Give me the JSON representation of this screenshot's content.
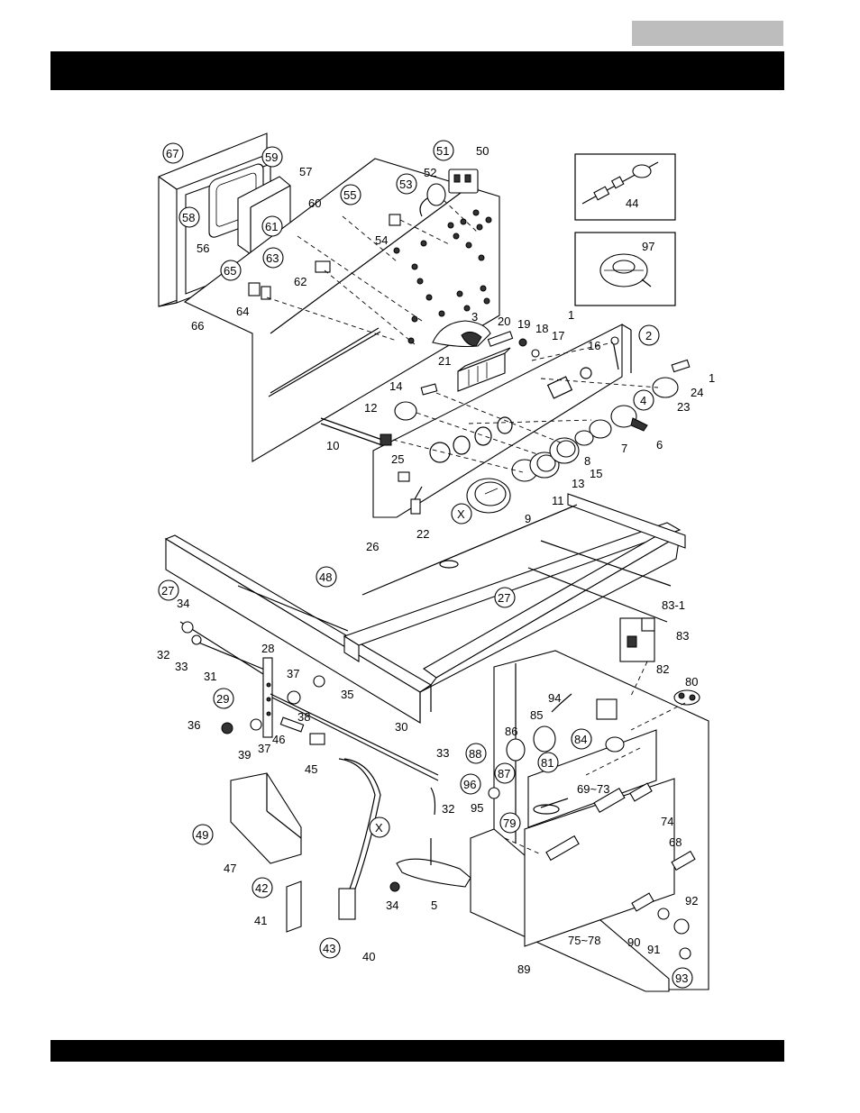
{
  "header": {
    "tab_text": "",
    "title_text": ""
  },
  "footer": {
    "text": ""
  },
  "diagram": {
    "callouts_plain": {
      "c1a": "1",
      "c1b": "1",
      "c3": "3",
      "c5": "5",
      "c6": "6",
      "c7": "7",
      "c8": "8",
      "c9": "9",
      "c10": "10",
      "c11": "11",
      "c12": "12",
      "c13": "13",
      "c14": "14",
      "c15": "15",
      "c16": "16",
      "c17": "17",
      "c18": "18",
      "c19": "19",
      "c20": "20",
      "c21": "21",
      "c22": "22",
      "c23": "23",
      "c24": "24",
      "c25": "25",
      "c26": "26",
      "c28": "28",
      "c30": "30",
      "c31": "31",
      "c32a": "32",
      "c32b": "32",
      "c33a": "33",
      "c33b": "33",
      "c34a": "34",
      "c34b": "34",
      "c35": "35",
      "c36": "36",
      "c37a": "37",
      "c37b": "37",
      "c38": "38",
      "c39": "39",
      "c40": "40",
      "c41": "41",
      "c44": "44",
      "c45": "45",
      "c46": "46",
      "c47": "47",
      "c50": "50",
      "c52": "52",
      "c54": "54",
      "c56": "56",
      "c57": "57",
      "c60": "60",
      "c62": "62",
      "c64": "64",
      "c66": "66",
      "c68": "68",
      "c69": "69~73",
      "c74": "74",
      "c75": "75~78",
      "c80": "80",
      "c82": "82",
      "c83": "83",
      "c83_1": "83-1",
      "c85": "85",
      "c86": "86",
      "c89": "89",
      "c90": "90",
      "c91": "91",
      "c92": "92",
      "c94": "94",
      "c95": "95",
      "c97": "97"
    },
    "callouts_circled": {
      "k2": "2",
      "k4": "4",
      "k27a": "27",
      "k27b": "27",
      "k29": "29",
      "k42": "42",
      "k43": "43",
      "k48": "48",
      "k49": "49",
      "k51": "51",
      "k53": "53",
      "k55": "55",
      "k58": "58",
      "k59": "59",
      "k61": "61",
      "k63": "63",
      "k65": "65",
      "k67": "67",
      "k79": "79",
      "k81": "81",
      "k84": "84",
      "k87": "87",
      "k88": "88",
      "k93": "93",
      "k96": "96",
      "kX1": "X",
      "kX2": "X"
    }
  }
}
